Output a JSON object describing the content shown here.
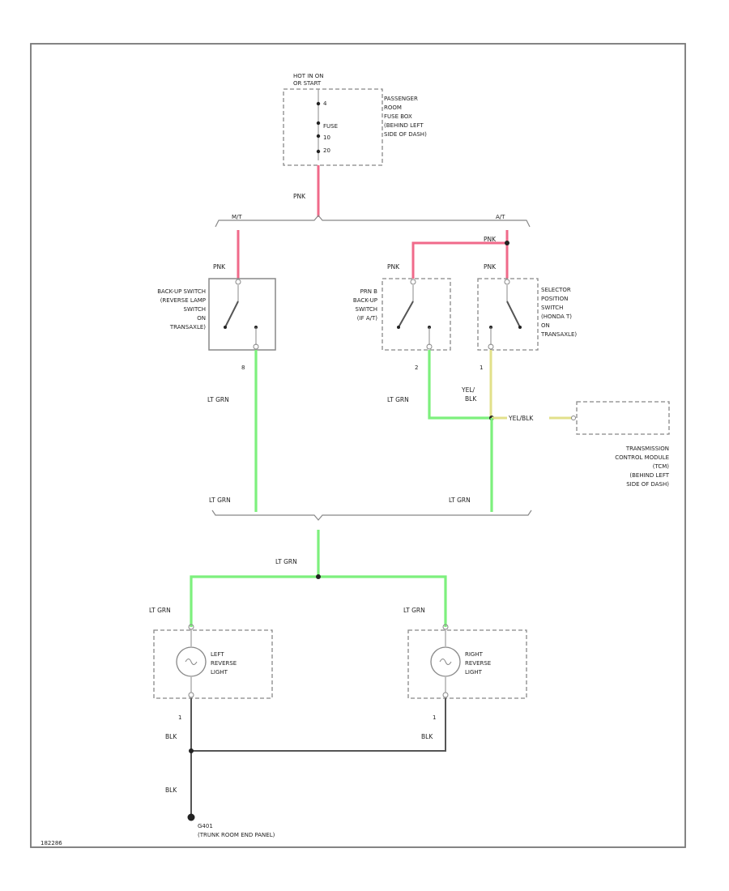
{
  "fuse_box": {
    "hot_label": [
      "HOT IN ON",
      "OR START"
    ],
    "fuse_text": [
      "FUSE",
      "10",
      "20"
    ],
    "desc": [
      "PASSENGER",
      "ROOM",
      "FUSE BOX",
      "(BEHIND LEFT",
      "SIDE OF DASH)"
    ]
  },
  "bus_top": {
    "mt": "M/T",
    "at": "A/T"
  },
  "switches": {
    "backup": [
      "BACK-UP SWITCH",
      "(REVERSE LAMP",
      "SWITCH",
      "ON",
      "TRANSAXLE)"
    ],
    "prnd": [
      "PRN B",
      "BACK-UP",
      "SWITCH",
      "(IF A/T)"
    ],
    "selector": [
      "SELECTOR",
      "POSITION",
      "SWITCH",
      "(HONDA T)",
      "ON",
      "TRANSAXLE)"
    ]
  },
  "tcm": {
    "desc": [
      "TRANSMISSION",
      "CONTROL MODULE",
      "(TCM)",
      "(BEHIND LEFT",
      "SIDE OF DASH)"
    ]
  },
  "lights": {
    "left": [
      "LEFT",
      "REVERSE",
      "LIGHT"
    ],
    "right": [
      "RIGHT",
      "REVERSE",
      "LIGHT"
    ]
  },
  "ground": {
    "desc": [
      "G401",
      "(TRUNK ROOM END PANEL)"
    ]
  },
  "wires": {
    "pnk": "PNK",
    "lt_grn": "LT GRN",
    "yel_blk": [
      "YEL/",
      "BLK"
    ],
    "yel_blk_inline": "YEL/BLK",
    "blk": "BLK"
  },
  "pins": {
    "p8": "8",
    "p2": "2",
    "p1": "1"
  },
  "footer_code": "182286"
}
